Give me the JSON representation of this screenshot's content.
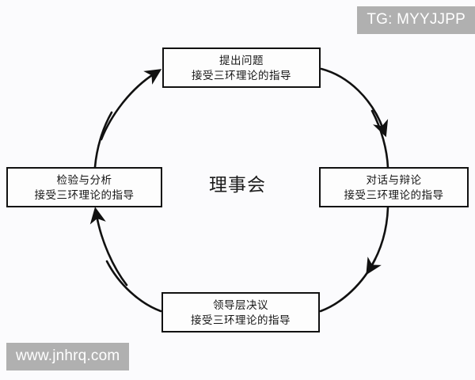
{
  "diagram": {
    "center_label": "理事会",
    "flow_direction": "clockwise",
    "nodes": [
      {
        "position": "top",
        "line1": "提出问题",
        "line2": "接受三环理论的指导"
      },
      {
        "position": "right",
        "line1": "对话与辩论",
        "line2": "接受三环理论的指导"
      },
      {
        "position": "bottom",
        "line1": "领导层决议",
        "line2": "接受三环理论的指导"
      },
      {
        "position": "left",
        "line1": "检验与分析",
        "line2": "接受三环理论的指导"
      }
    ],
    "colors": {
      "background": "#fbfbfd",
      "stroke": "#111111",
      "box_fill": "#fdfdfd",
      "text": "#161616",
      "watermark_bg": "#b0b0b0",
      "watermark_text": "#ffffff"
    }
  },
  "watermarks": {
    "telegram": "TG: MYYJJPP",
    "website": "www.jnhrq.com"
  }
}
